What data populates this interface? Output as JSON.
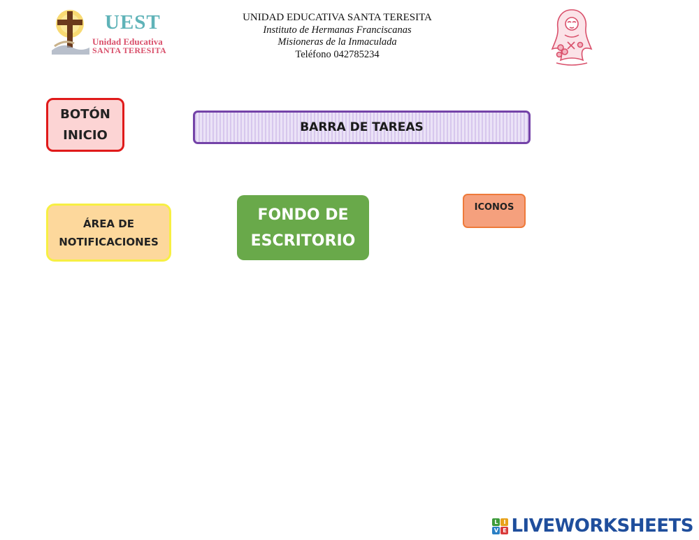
{
  "header": {
    "logo": {
      "brand": "UEST",
      "line1": "Unidad Educativa",
      "line2": "SANTA TERESITA",
      "cross_color": "#6b3a1c",
      "halo_color": "#f4c430"
    },
    "school_name": "UNIDAD EDUCATIVA SANTA TERESITA",
    "institute": "Instituto de Hermanas Franciscanas",
    "congregation": "Misioneras de la Inmaculada",
    "phone": "Teléfono 042785234",
    "saint_icon": "saint-illustration-icon"
  },
  "labels": {
    "boton_inicio": "BOTÓN INICIO",
    "barra_tareas": "BARRA DE TAREAS",
    "area_notificaciones": "ÁREA DE NOTIFICACIONES",
    "fondo_escritorio": "FONDO DE ESCRITORIO",
    "iconos": "ICONOS"
  },
  "colors": {
    "boton_inicio_border": "#e01a1a",
    "barra_tareas_border": "#7443a8",
    "area_notificaciones_border": "#f7ef43",
    "fondo_escritorio_bg": "#69a94a",
    "iconos_bg": "#f5a07d",
    "brand_text": "#1f4e9c"
  },
  "footer": {
    "brand_name": "LIVEWORKSHEETS",
    "brand_tiles": [
      "L",
      "I",
      "V",
      "E"
    ]
  }
}
